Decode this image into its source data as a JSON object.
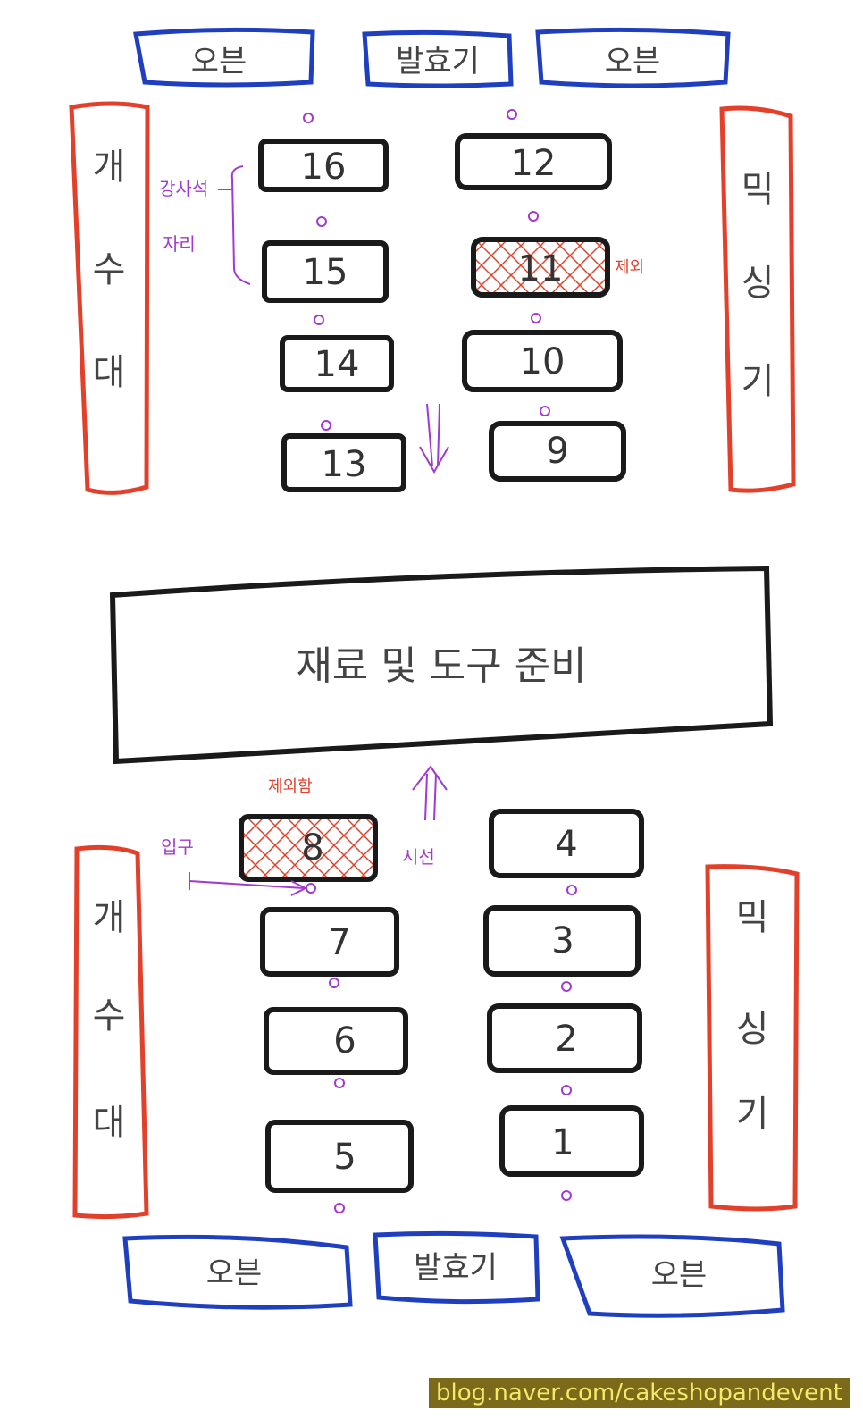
{
  "top_row": {
    "left": "오븐",
    "center": "발효기",
    "right": "오븐"
  },
  "bottom_row": {
    "left": "오븐",
    "center": "발효기",
    "right": "오븐"
  },
  "side_labels": {
    "top_left": [
      "개",
      "수",
      "대"
    ],
    "top_right": [
      "믹",
      "싱",
      "기"
    ],
    "bottom_left": [
      "개",
      "수",
      "대"
    ],
    "bottom_right": [
      "믹",
      "싱",
      "기"
    ]
  },
  "center_table": "재료 및 도구 준비",
  "seats": {
    "s16": "16",
    "s12": "12",
    "s15": "15",
    "s11": "11",
    "s14": "14",
    "s10": "10",
    "s13": "13",
    "s9": "9",
    "s8": "8",
    "s4": "4",
    "s7": "7",
    "s3": "3",
    "s6": "6",
    "s2": "2",
    "s5": "5",
    "s1": "1"
  },
  "annotations": {
    "instructor_seat": "강사석",
    "seat": "자리",
    "excluded_top": "제외",
    "excluded_bottom": "제외함",
    "entrance": "입구",
    "gaze": "시선"
  },
  "watermark": "blog.naver.com/cakeshopandevent"
}
